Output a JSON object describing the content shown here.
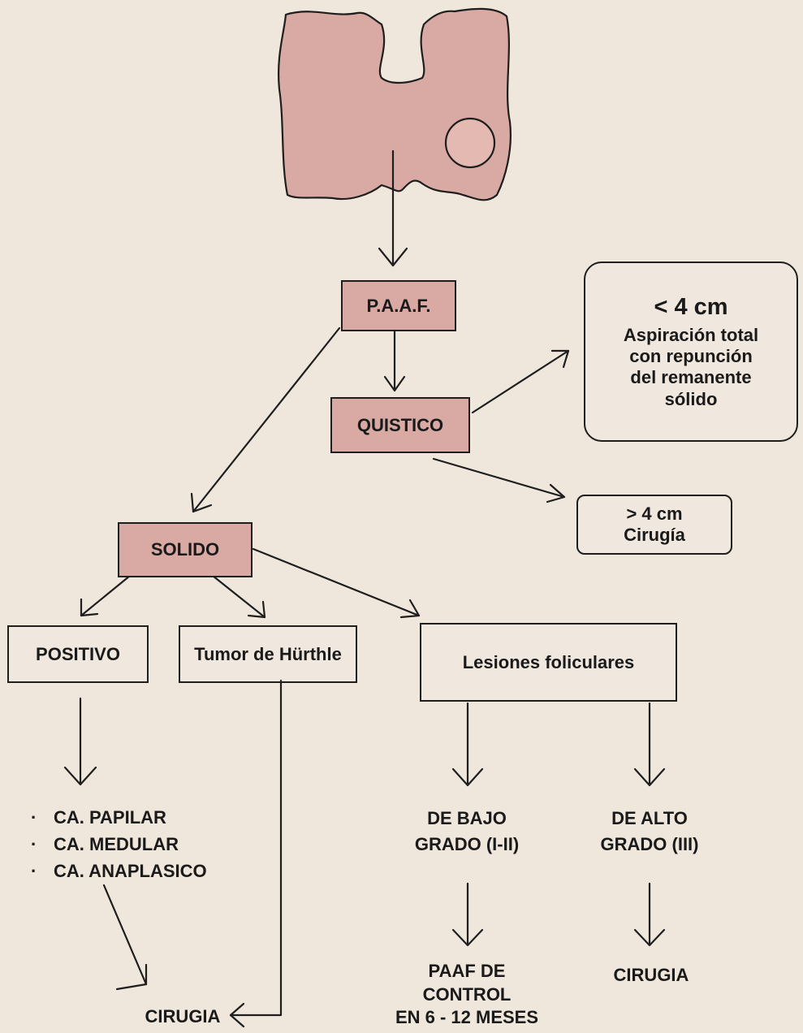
{
  "paaf": "P.A.A.F.",
  "quistico": "QUISTICO",
  "solido": "SOLIDO",
  "cyst_small": {
    "size": "< 4 cm",
    "lines": [
      "Aspiración total",
      "con repunción",
      "del remanente",
      "sólido"
    ]
  },
  "cyst_large": {
    "size": "> 4 cm",
    "action": "Cirugía"
  },
  "positivo": "POSITIVO",
  "hurthle": "Tumor de Hürthle",
  "foliculares": "Lesiones foliculares",
  "carcinomas": [
    "CA. PAPILAR",
    "CA. MEDULAR",
    "CA. ANAPLASICO"
  ],
  "bullet": "·",
  "bajo_grado": [
    "DE BAJO",
    "GRADO (I-II)"
  ],
  "alto_grado": [
    "DE ALTO",
    "GRADO (III)"
  ],
  "control": [
    "PAAF DE",
    "CONTROL",
    "EN 6 - 12 MESES"
  ],
  "cirugia_right": "CIRUGIA",
  "cirugia_left": "CIRUGIA",
  "colors": {
    "shaded": "#d9a9a3",
    "line": "#1e1e1e",
    "paper": "#efe7dc"
  }
}
